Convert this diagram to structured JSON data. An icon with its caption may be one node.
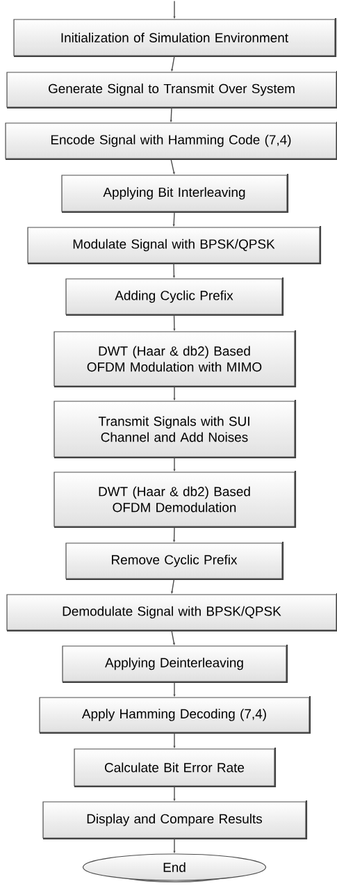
{
  "diagram": {
    "nodes": [
      {
        "text": [
          "Initialization of Simulation Environment"
        ]
      },
      {
        "text": [
          "Generate Signal to Transmit Over System"
        ]
      },
      {
        "text": [
          "Encode Signal with Hamming Code (7,4)"
        ]
      },
      {
        "text": [
          "Applying Bit Interleaving"
        ]
      },
      {
        "text": [
          "Modulate Signal with BPSK/QPSK"
        ]
      },
      {
        "text": [
          "Adding Cyclic Prefix"
        ]
      },
      {
        "text": [
          "DWT (Haar & db2) Based OFDM Modulation with MIMO"
        ]
      },
      {
        "text": [
          "Transmit Signals with SUI Channel and Add Noises"
        ]
      },
      {
        "text": [
          "DWT (Haar & db2) Based OFDM Demodulation"
        ]
      },
      {
        "text": [
          "Remove Cyclic Prefix"
        ]
      },
      {
        "text": [
          "Demodulate Signal with BPSK/QPSK"
        ]
      },
      {
        "text": [
          "Applying Deinterleaving"
        ]
      },
      {
        "text": [
          "Apply Hamming Decoding (7,4)"
        ]
      },
      {
        "text": [
          "Calculate Bit Error Rate"
        ]
      },
      {
        "text": [
          "Display and Compare Results"
        ]
      },
      {
        "text": [
          "End"
        ]
      }
    ],
    "edges": [
      {
        "from": null,
        "to": 0,
        "arrow": "to"
      },
      {
        "from": 0,
        "to": 1,
        "arrow": "to"
      },
      {
        "from": 1,
        "to": 2,
        "arrow": "to"
      },
      {
        "from": 2,
        "to": 3,
        "arrow": "to"
      },
      {
        "from": 3,
        "to": 4,
        "arrow": "to"
      },
      {
        "from": 4,
        "to": 5,
        "arrow": "to"
      },
      {
        "from": 5,
        "to": 6,
        "arrow": "to"
      },
      {
        "from": 6,
        "to": 7,
        "arrow": "to"
      },
      {
        "from": 7,
        "to": 8,
        "arrow": "to"
      },
      {
        "from": 8,
        "to": 9,
        "arrow": "to"
      },
      {
        "from": 9,
        "to": 10,
        "arrow": "to"
      },
      {
        "from": 10,
        "to": 11,
        "arrow": "to"
      },
      {
        "from": 11,
        "to": 12,
        "arrow": "to"
      },
      {
        "from": 12,
        "to": 13,
        "arrow": "to"
      },
      {
        "from": 13,
        "to": 14,
        "arrow": "to"
      },
      {
        "from": 14,
        "to": 15,
        "arrow": "to"
      }
    ]
  }
}
